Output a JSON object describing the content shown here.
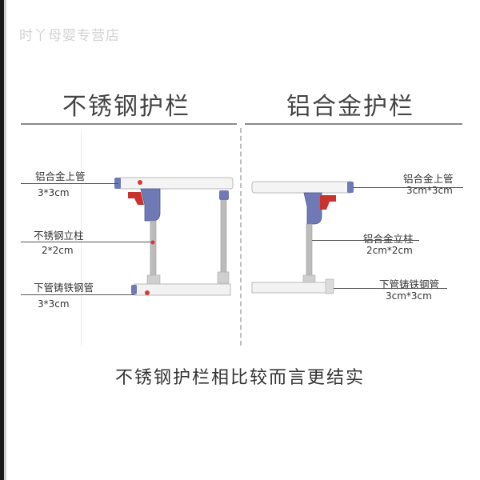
{
  "watermark": "时丫母婴专营店",
  "headings": {
    "left": "不锈钢护栏",
    "right": "铝合金护栏"
  },
  "left_labels": {
    "top_tube": "铝合金上管",
    "top_tube_spec": "3*3cm",
    "post": "不锈钢立柱",
    "post_spec": "2*2cm",
    "bottom_tube": "下管铸铁钢管",
    "bottom_tube_spec": "3*3cm"
  },
  "right_labels": {
    "top_tube": "铝合金上管",
    "top_tube_spec": "3cm*3cm",
    "post": "铝合金立柱",
    "post_spec": "2cm*2cm",
    "bottom_tube": "下管铸铁钢管",
    "bottom_tube_spec": "3cm*3cm"
  },
  "caption": "不锈钢护栏相比较而言更结实",
  "colors": {
    "hinge_blue": "#6f79b5",
    "latch_red": "#c8332e",
    "pin_red": "#d23a3a",
    "bar_white": "#f4f4f4",
    "bar_edge": "#b9b9b9",
    "post_steel": "#bcbcbc"
  }
}
